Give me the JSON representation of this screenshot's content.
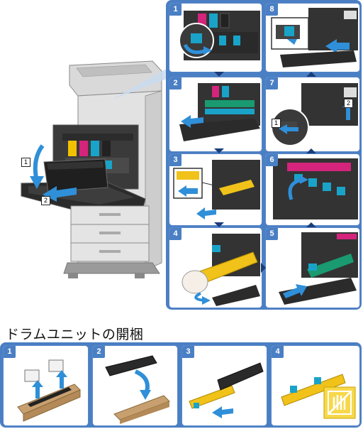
{
  "colors": {
    "accent_blue": "#4a7fc4",
    "arrow_blue": "#2f8fd8",
    "toner_cyan": "#1aa3c8",
    "toner_magenta": "#d4247c",
    "toner_yellow": "#f2c200",
    "drum_yellow": "#f0c21a",
    "panel_bg": "#dce8f6"
  },
  "main_illustration": {
    "callout_1": "1",
    "callout_2": "2"
  },
  "steps": [
    {
      "label": "1",
      "icon": "rotate-lever-icon"
    },
    {
      "label": "2",
      "icon": "pull-out-icon"
    },
    {
      "label": "3",
      "icon": "remove-unit-icon"
    },
    {
      "label": "4",
      "icon": "insert-drum-icon"
    },
    {
      "label": "5",
      "icon": "push-in-icon"
    },
    {
      "label": "6",
      "icon": "rotate-lever-icon"
    },
    {
      "label": "7",
      "icon": "close-cover-icon"
    },
    {
      "label": "8",
      "icon": "lock-lever-icon"
    }
  ],
  "step7_callouts": [
    "1",
    "2"
  ],
  "section_title": "ドラムユニットの開梱",
  "unpack_steps": [
    {
      "label": "1",
      "icon": "remove-caps-icon"
    },
    {
      "label": "2",
      "icon": "lift-drum-icon"
    },
    {
      "label": "3",
      "icon": "remove-cover-icon"
    },
    {
      "label": "4",
      "icon": "do-not-touch-icon"
    }
  ]
}
